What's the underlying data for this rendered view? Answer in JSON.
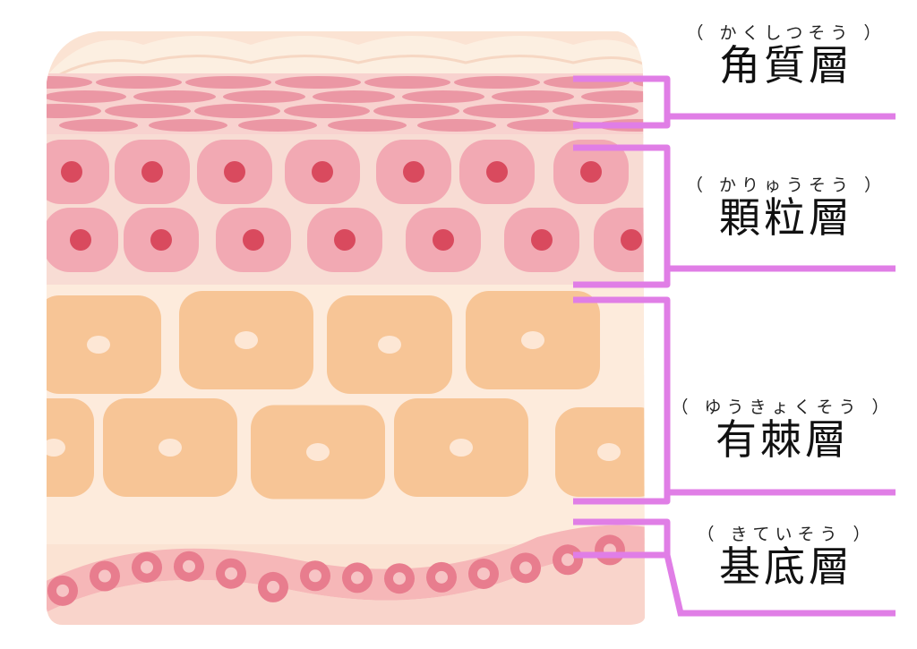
{
  "layers": [
    {
      "id": "stratum-corneum",
      "reading": "（ かくしつそう ）",
      "name": "角質層"
    },
    {
      "id": "stratum-granulosum",
      "reading": "（ かりゅうそう ）",
      "name": "顆粒層"
    },
    {
      "id": "stratum-spinosum",
      "reading": "（ ゆうきょくそう ）",
      "name": "有棘層"
    },
    {
      "id": "stratum-basale",
      "reading": "（ きていそう ）",
      "name": "基底層"
    }
  ],
  "colors": {
    "bracket": "#e07ee6",
    "corneum_cell": "#e98d9c",
    "granular_cell": "#f2a9b3",
    "granular_nucleus": "#d94a5e",
    "spinous_cell": "#f7c596",
    "spinous_nucleus": "#fde7d5",
    "basal_cell": "#e87d8e",
    "tissue_background": "#fbe3d3",
    "top_surface": "#fcefe1"
  }
}
